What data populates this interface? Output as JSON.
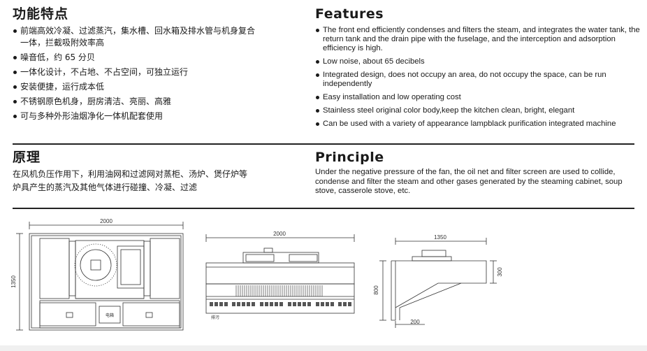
{
  "features_cn": {
    "title": "功能特点",
    "items": [
      "前端高效冷凝、过滤蒸汽，集水槽、回水箱及排水管与机身复合一体，拦截吸附效率高",
      "噪音低，约 65 分贝",
      "一体化设计，不占地、不占空间，可独立运行",
      "安装便捷，运行成本低",
      "不锈钢原色机身，厨房清洁、亮丽、高雅",
      "可与多种外形油烟净化一体机配套使用"
    ]
  },
  "features_en": {
    "title": "Features",
    "items": [
      "The front end efficiently condenses and filters the steam, and integrates the water tank, the return tank and the drain pipe with the fuselage, and the interception and adsorption efficiency is high.",
      "Low noise, about 65 decibels",
      "Integrated design, does not occupy an area, do not occupy the space, can be run independently",
      "Easy installation and low operating cost",
      "Stainless steel original color body,keep the kitchen clean, bright, elegant",
      "Can be used with a variety of appearance lampblack purification integrated machine"
    ]
  },
  "principle_cn": {
    "title": "原理",
    "text": "在风机负压作用下，利用油网和过滤网对蒸柜、汤炉、煲仔炉等炉具产生的蒸汽及其他气体进行碰撞、冷凝、过滤"
  },
  "principle_en": {
    "title": "Principle",
    "text": "Under the negative pressure of the fan, the oil net and filter screen are used to collide, condense and filter the steam and other gases generated by the steaming cabinet, soup stove, casserole stove, etc."
  },
  "drawings": {
    "top_view": {
      "width_label": "2000",
      "height_label": "1350",
      "box_label": "电箱"
    },
    "front_view": {
      "width_label": "2000",
      "drain_label": "排污"
    },
    "side_view": {
      "depth_label": "1350",
      "height_label": "800",
      "top_label": "300",
      "bottom_label": "200"
    }
  }
}
